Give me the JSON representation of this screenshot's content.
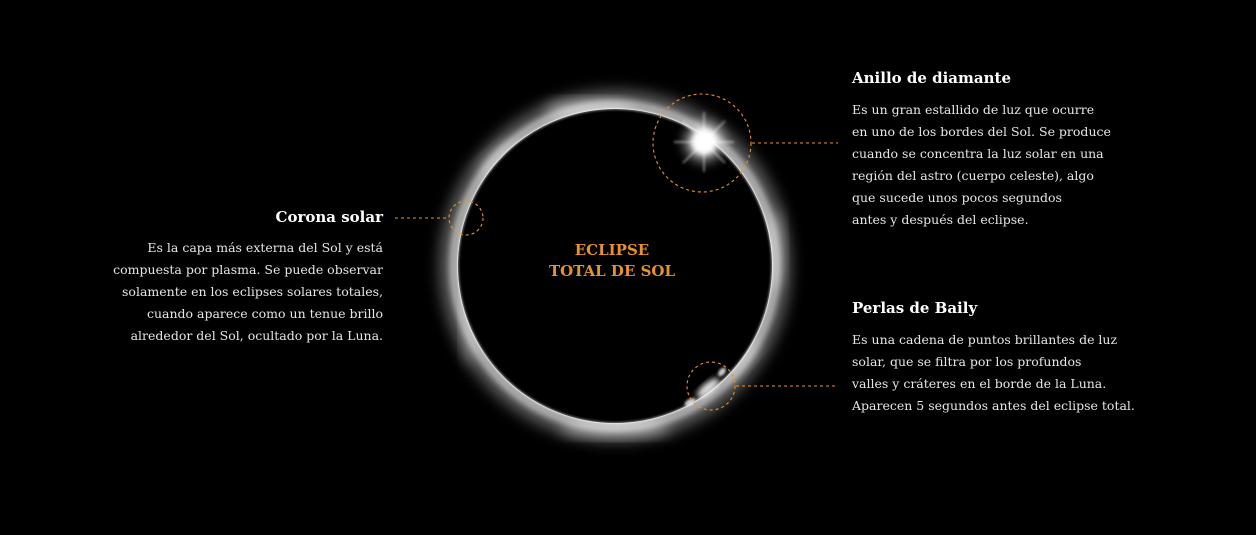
{
  "center_label": {
    "line1": "ECLIPSE",
    "line2": "TOTAL DE SOL"
  },
  "callouts": {
    "corona": {
      "title": "Corona solar",
      "lines": [
        "Es la capa más externa del Sol y está",
        "compuesta por plasma. Se puede observar",
        "solamente en los eclipses solares totales,",
        "cuando aparece como un tenue brillo",
        "alrededor del Sol, ocultado por la Luna."
      ]
    },
    "anillo": {
      "title": "Anillo de diamante",
      "lines": [
        "Es un gran estallido de luz que ocurre",
        "en uno de los bordes del Sol. Se produce",
        "cuando se concentra la luz solar en una",
        "región del astro (cuerpo celeste), algo",
        "que sucede unos pocos segundos",
        "antes y después del eclipse."
      ]
    },
    "perlas": {
      "title": "Perlas de Baily",
      "lines": [
        "Es una cadena de puntos brillantes de luz",
        "solar, que se filtra por los profundos",
        "valles y cráteres en el borde de la Luna.",
        "Aparecen 5 segundos antes del eclipse total."
      ]
    }
  },
  "colors": {
    "background": "#000000",
    "accent": "#e8922a",
    "text": "#ffffff",
    "corona": "#ffffff"
  }
}
